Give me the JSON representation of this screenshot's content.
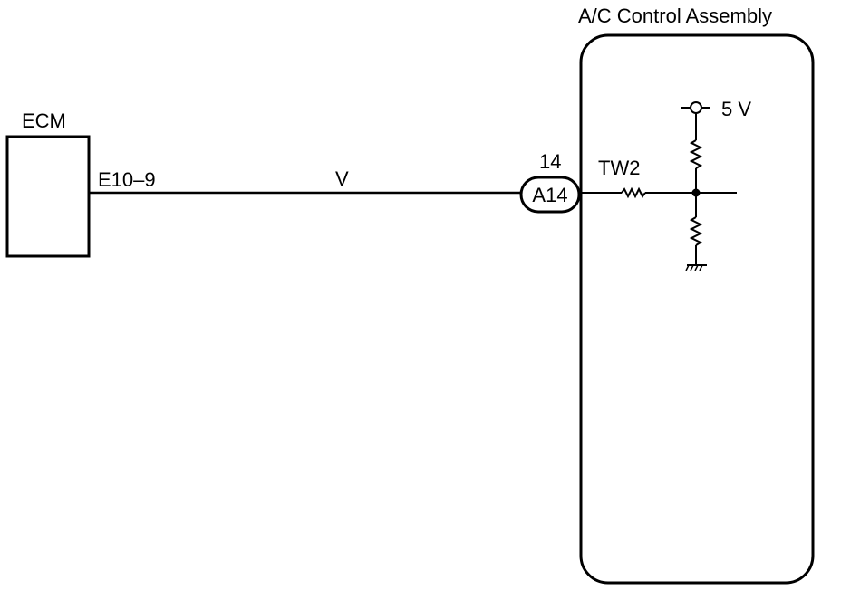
{
  "ecm": {
    "label": "ECM",
    "terminal": "E10–9"
  },
  "wire": {
    "color_code": "V"
  },
  "connector": {
    "pin": "14",
    "id": "A14"
  },
  "ac_assembly": {
    "title": "A/C Control Assembly",
    "signal_name": "TW2",
    "supply_voltage": "5 V"
  },
  "colors": {
    "line": "#000000",
    "background": "#ffffff"
  }
}
